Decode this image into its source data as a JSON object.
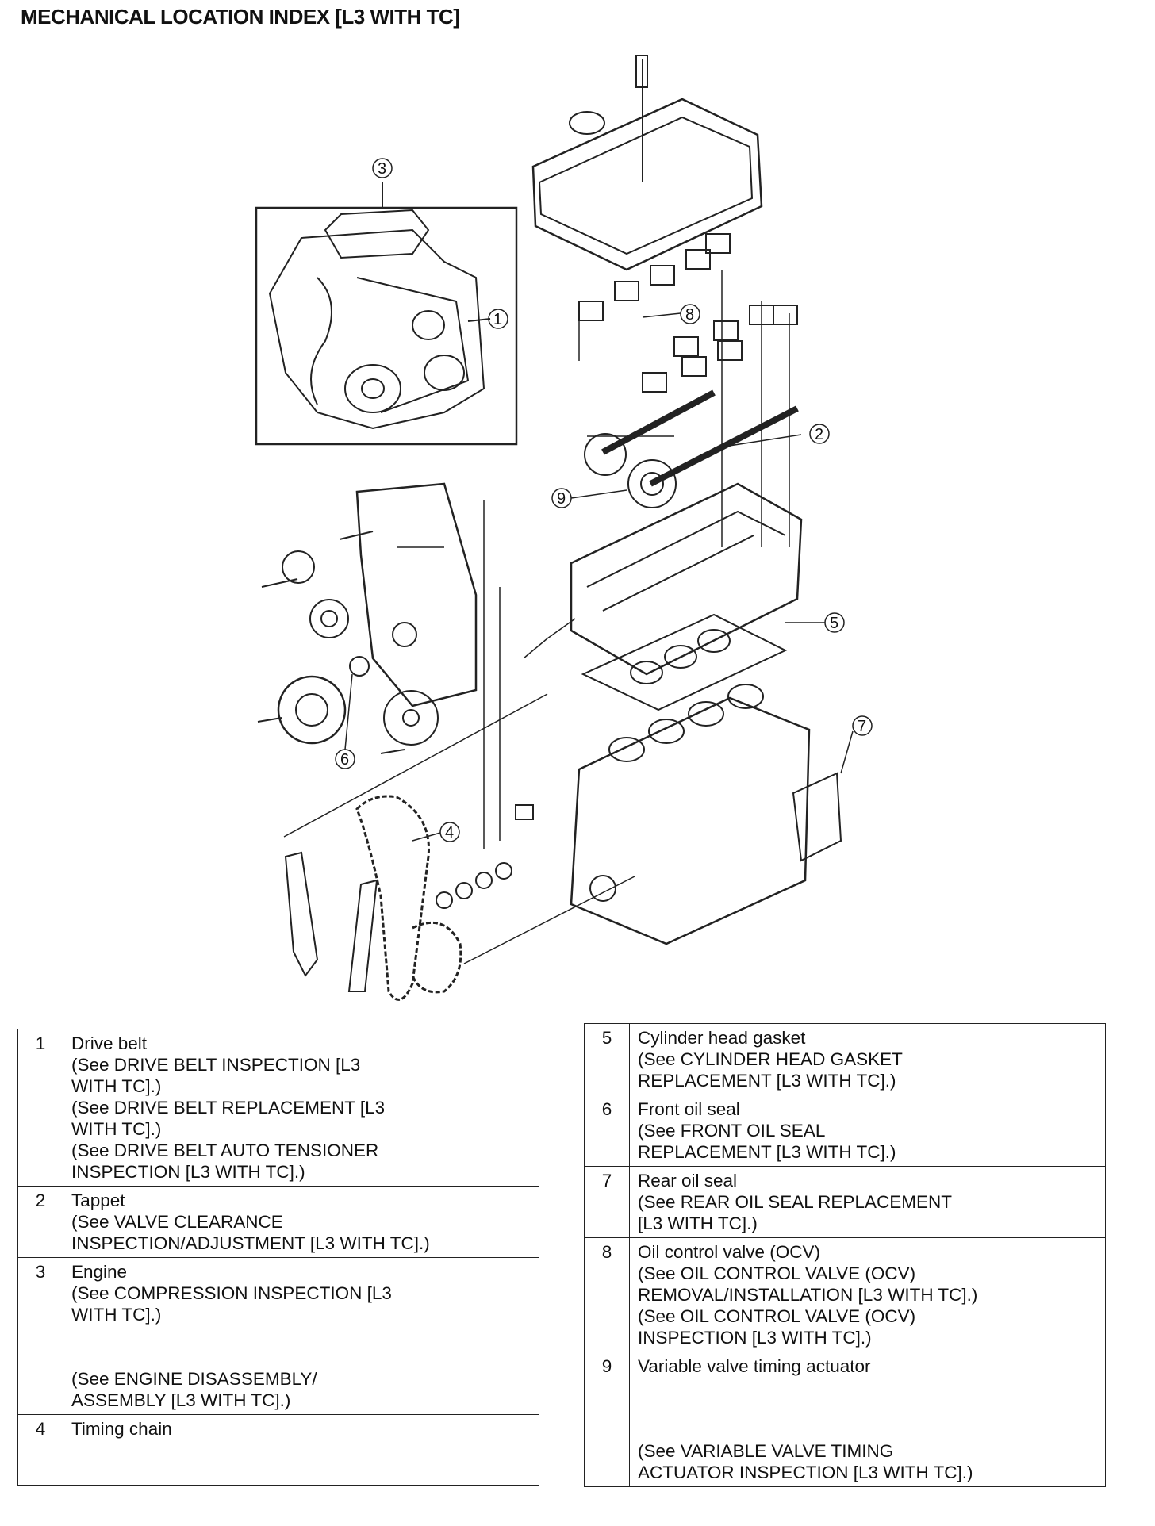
{
  "page": {
    "title": "MECHANICAL LOCATION INDEX [L3 WITH TC]"
  },
  "diagram": {
    "callouts": [
      "1",
      "2",
      "3",
      "4",
      "5",
      "6",
      "7",
      "8",
      "9"
    ]
  },
  "index_left": [
    {
      "num": "1",
      "name": "Drive belt",
      "refs": [
        "(See DRIVE BELT INSPECTION [L3",
        "WITH TC].)",
        "(See DRIVE BELT REPLACEMENT [L3",
        "WITH TC].)",
        "(See DRIVE BELT AUTO TENSIONER",
        "INSPECTION [L3 WITH TC].)"
      ]
    },
    {
      "num": "2",
      "name": "Tappet",
      "refs": [
        "(See VALVE CLEARANCE",
        "INSPECTION/ADJUSTMENT [L3 WITH TC].)"
      ]
    },
    {
      "num": "3",
      "name": "Engine",
      "refs": [
        "(See COMPRESSION INSPECTION [L3",
        "WITH TC].)"
      ],
      "refs2": [
        "(See ENGINE DISASSEMBLY/",
        "ASSEMBLY [L3 WITH TC].)"
      ]
    },
    {
      "num": "4",
      "name": "Timing chain",
      "refs": []
    }
  ],
  "index_right": [
    {
      "num": "5",
      "name": "Cylinder head gasket",
      "refs": [
        "(See CYLINDER HEAD GASKET",
        "REPLACEMENT [L3 WITH TC].)"
      ]
    },
    {
      "num": "6",
      "name": "Front oil seal",
      "refs": [
        "(See FRONT OIL SEAL",
        "REPLACEMENT [L3 WITH TC].)"
      ]
    },
    {
      "num": "7",
      "name": "Rear oil seal",
      "refs": [
        "(See REAR OIL SEAL REPLACEMENT",
        "[L3 WITH TC].)"
      ]
    },
    {
      "num": "8",
      "name": "Oil control valve (OCV)",
      "refs": [
        "(See OIL CONTROL VALVE (OCV)",
        "REMOVAL/INSTALLATION [L3 WITH TC].)",
        "(See OIL CONTROL VALVE (OCV)",
        "INSPECTION [L3 WITH TC].)"
      ]
    },
    {
      "num": "9",
      "name": "Variable valve timing actuator",
      "refs": [],
      "refs2": [
        "(See VARIABLE VALVE TIMING",
        "ACTUATOR INSPECTION [L3 WITH TC].)"
      ]
    }
  ]
}
